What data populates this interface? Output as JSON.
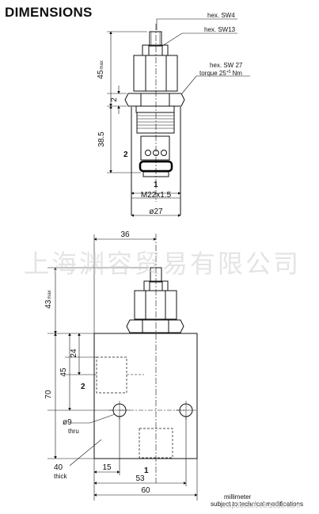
{
  "header": {
    "title": "DIMENSIONS"
  },
  "top_view": {
    "callouts": {
      "hex_sw4": "hex. SW4",
      "hex_sw13": "hex. SW13",
      "hex_sw27": "hex. SW 27",
      "torque": "torque 25",
      "torque_sup": "+5",
      "torque_unit": "Nm"
    },
    "dims": {
      "d45": "45",
      "d45_suffix": "max",
      "d2": "2",
      "d38_5": "38.5",
      "thread": "M22x1.5",
      "dia27": "ø27"
    },
    "ports": {
      "port_2": "2",
      "port_1": "1"
    }
  },
  "bottom_view": {
    "dims": {
      "d36": "36",
      "d43": "43",
      "d43_suffix": "max",
      "d24": "24",
      "d45": "45",
      "d70": "70",
      "d15": "15",
      "d53": "53",
      "d60": "60",
      "hole_dia": "ø9",
      "hole_note": "thru",
      "thick_val": "40",
      "thick_note": "thick"
    },
    "ports": {
      "port_2": "2",
      "port_1": "1"
    }
  },
  "footer": {
    "unit_note": "millimeter",
    "subject_note": "subject to technical modifications"
  },
  "watermark": {
    "cn_text": "上海渊容贸易有限公司",
    "url_text": "shop38c806e8.1688.com"
  }
}
